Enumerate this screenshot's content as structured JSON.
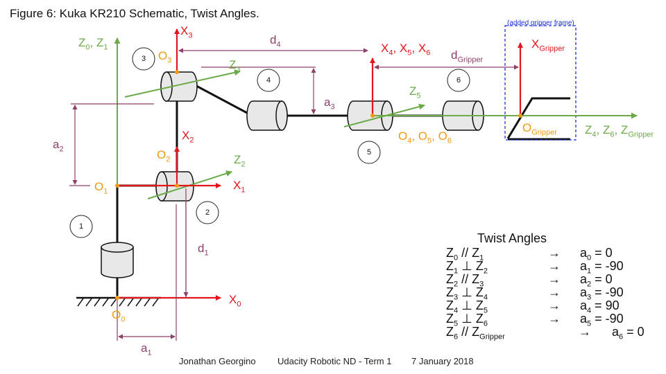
{
  "title": "Figure 6: Kuka KR210 Schematic, Twist Angles.",
  "gripper_note": "(added gripper frame)",
  "joint_numbers": [
    "1",
    "2",
    "3",
    "4",
    "5",
    "6"
  ],
  "frame_labels": {
    "z0z1": {
      "main": "Z",
      "s1": "0",
      "mid": ", Z",
      "s2": "1"
    },
    "x3": {
      "main": "X",
      "s1": "3"
    },
    "o3": {
      "main": "O",
      "s1": "3"
    },
    "z3": {
      "main": "Z",
      "s1": "3"
    },
    "x2": {
      "main": "X",
      "s1": "2"
    },
    "o2": {
      "main": "O",
      "s1": "2"
    },
    "z2": {
      "main": "Z",
      "s1": "2"
    },
    "o1": {
      "main": "O",
      "s1": "1"
    },
    "x1": {
      "main": "X",
      "s1": "1"
    },
    "x0": {
      "main": "X",
      "s1": "0"
    },
    "o0": {
      "main": "O",
      "s1": "0"
    },
    "x456": {
      "a": "X",
      "a1": "4",
      "b": ", X",
      "b1": "5",
      "c": ", X",
      "c1": "6"
    },
    "z5": {
      "main": "Z",
      "s1": "5"
    },
    "o456": {
      "a": "O",
      "a1": "4",
      "b": ", O",
      "b1": "5",
      "c": ", O",
      "c1": "6"
    },
    "xg": {
      "main": "X",
      "s1": "Gripper"
    },
    "og": {
      "main": "O",
      "s1": "Gripper"
    },
    "zg": {
      "a": "Z",
      "a1": "4",
      "b": ", Z",
      "b1": "6",
      "c": ", Z",
      "c1": "Gripper"
    }
  },
  "dimension_labels": {
    "d4": {
      "main": "d",
      "s1": "4"
    },
    "dg": {
      "main": "d",
      "s1": "Gripper"
    },
    "a3": {
      "main": "a",
      "s1": "3"
    },
    "a2": {
      "main": "a",
      "s1": "2"
    },
    "d1": {
      "main": "d",
      "s1": "1"
    },
    "a1": {
      "main": "a",
      "s1": "1"
    }
  },
  "twist": {
    "heading": "Twist Angles",
    "rows": [
      {
        "l": "Z",
        "ls": "0",
        "op": " // ",
        "r": "Z",
        "rs": "1",
        "arrow": "→",
        "a": "a",
        "as": "0",
        "val": " = 0"
      },
      {
        "l": "Z",
        "ls": "1",
        "op": " ⊥ ",
        "r": "Z",
        "rs": "2",
        "arrow": "→",
        "a": "a",
        "as": "1",
        "val": " = -90"
      },
      {
        "l": "Z",
        "ls": "2",
        "op": " // ",
        "r": "Z",
        "rs": "3",
        "arrow": "→",
        "a": "a",
        "as": "2",
        "val": " = 0"
      },
      {
        "l": "Z",
        "ls": "3",
        "op": " ⊥ ",
        "r": "Z",
        "rs": "4",
        "arrow": "→",
        "a": "a",
        "as": "3",
        "val": " = -90"
      },
      {
        "l": "Z",
        "ls": "4",
        "op": " ⊥ ",
        "r": "Z",
        "rs": "5",
        "arrow": "→",
        "a": "a",
        "as": "4",
        "val": " = 90"
      },
      {
        "l": "Z",
        "ls": "5",
        "op": " ⊥ ",
        "r": "Z",
        "rs": "6",
        "arrow": "→",
        "a": "a",
        "as": "5",
        "val": " = -90"
      },
      {
        "l": "Z",
        "ls": "6",
        "op": " // ",
        "r": "Z",
        "rs": "Gripper",
        "arrow": "→",
        "a": "a",
        "as": "6",
        "val": " = 0"
      }
    ]
  },
  "footer": {
    "author": "Jonathan Georgino",
    "course": "Udacity Robotic ND - Term 1",
    "date": "7 January 2018"
  },
  "colors": {
    "axis_red": "#e3141c",
    "axis_green": "#6aaa48",
    "origin_orange": "#f09a12",
    "dimension_purple": "#8e3f6a",
    "gripper_box_blue": "#1a2fd8",
    "link_black": "#111111",
    "joint_fill": "#e8e8e8"
  }
}
